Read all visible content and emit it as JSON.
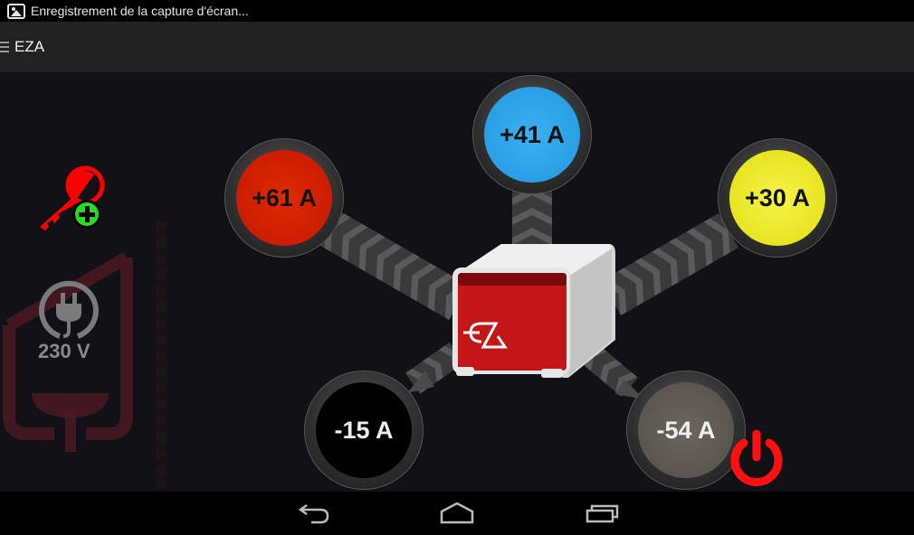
{
  "statusbar": {
    "icon": "image-icon",
    "notification": "Enregistrement de la capture d'écran..."
  },
  "actionbar": {
    "menu_icon": "menu-icon",
    "title": "EZA"
  },
  "sidebar": {
    "add_key": {
      "icon": "key-add-icon",
      "key_color": "#ff0000",
      "plus_color": "#22dd22"
    },
    "supply": {
      "icon": "plug-icon",
      "voltage": "230 V"
    }
  },
  "device": {
    "logo": "eza-logo-icon",
    "front_color": "#c41616",
    "body_color": "#e8e8e8"
  },
  "gauges": [
    {
      "id": "input-1",
      "value": "+61 A",
      "color": "#d21a00",
      "text_color": "#111111",
      "direction": "in"
    },
    {
      "id": "input-2",
      "value": "+41 A",
      "color": "#29a4ec",
      "text_color": "#111111",
      "direction": "in"
    },
    {
      "id": "input-3",
      "value": "+30 A",
      "color": "#ecea1a",
      "text_color": "#111111",
      "direction": "in"
    },
    {
      "id": "output-1",
      "value": "-15 A",
      "color": "#000000",
      "text_color": "#eeeeee",
      "direction": "out"
    },
    {
      "id": "output-2",
      "value": "-54 A",
      "color": "#5e5953",
      "text_color": "#eeeeee",
      "direction": "out"
    }
  ],
  "power_button": {
    "icon": "power-icon",
    "color": "#ff1010"
  },
  "navbar": {
    "back": "back-icon",
    "home": "home-icon",
    "recents": "recents-icon"
  }
}
